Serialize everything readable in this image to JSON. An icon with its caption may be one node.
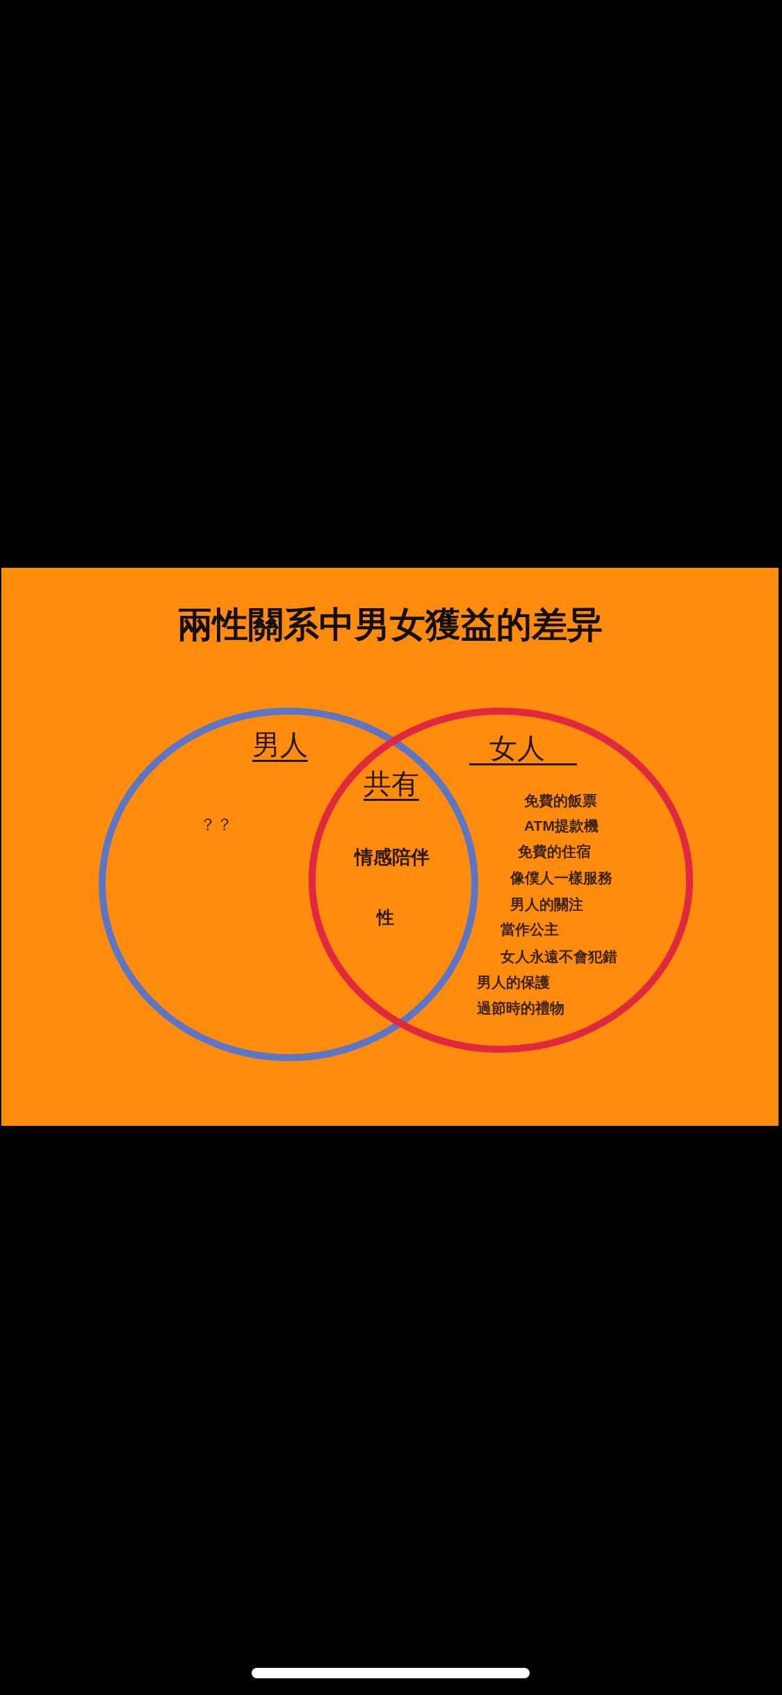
{
  "diagram": {
    "title": "兩性關系中男女獲益的差异",
    "nodes": [
      {
        "text": [
          "男人",
          "？？"
        ]
      },
      {
        "text": [
          "女人",
          "免費的飯票",
          "ATM提款機",
          "免費的住宿",
          "像僕人一樣服務",
          "男人的關注",
          "當作公主",
          "女人永遠不會犯錯",
          "男人的保護",
          "過節時的禮物"
        ]
      },
      {
        "text": [],
        "shape": "bar"
      }
    ],
    "labels": [
      "共有",
      "情感陪伴",
      "性"
    ]
  }
}
